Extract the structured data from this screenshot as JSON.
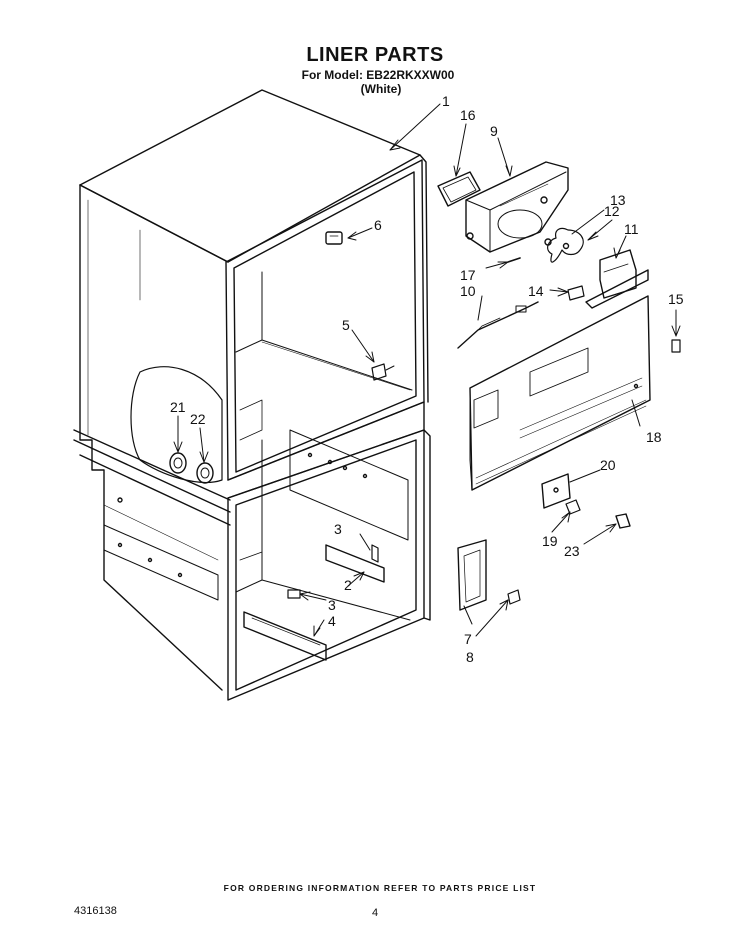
{
  "header": {
    "title": "LINER PARTS",
    "model": "For Model: EB22RKXXW00",
    "color": "(White)"
  },
  "callouts": {
    "n1": "1",
    "n2": "2",
    "n3a": "3",
    "n3b": "3",
    "n4": "4",
    "n5": "5",
    "n6": "6",
    "n7": "7",
    "n8": "8",
    "n9": "9",
    "n10": "10",
    "n11": "11",
    "n12": "12",
    "n13": "13",
    "n14": "14",
    "n15": "15",
    "n16": "16",
    "n17": "17",
    "n18": "18",
    "n19": "19",
    "n20": "20",
    "n21": "21",
    "n22": "22",
    "n23": "23"
  },
  "footer": {
    "note": "FOR ORDERING INFORMATION REFER TO PARTS PRICE LIST",
    "doc_number": "4316138",
    "page_number": "4"
  }
}
